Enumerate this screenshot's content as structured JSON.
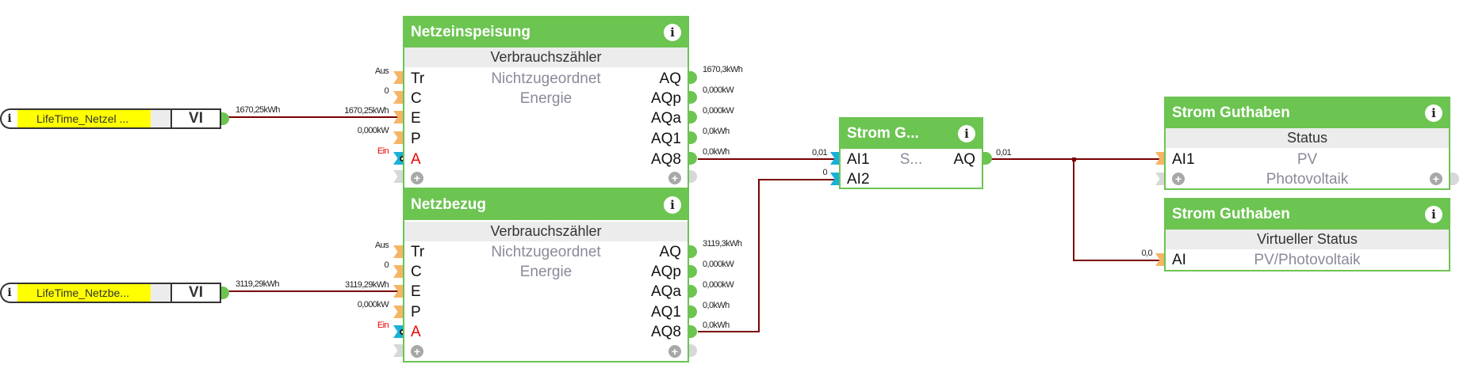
{
  "colors": {
    "block_header": "#6cc451",
    "wire": "#7a0000",
    "input_connector": "#f5b567",
    "negated_connector": "#1ab0d8",
    "virtual_input_highlight": "#ffff00"
  },
  "virtual_inputs": [
    {
      "name": "LifeTime_Netzel ...",
      "type": "VI",
      "output_value": "1670,25kWh"
    },
    {
      "name": "LifeTime_Netzbe...",
      "type": "VI",
      "output_value": "3119,29kWh"
    }
  ],
  "meter_blocks": [
    {
      "title": "Netzeinspeisung",
      "subtitle": "Verbrauchszähler",
      "desc_lines": [
        "Nichtzugeordnet",
        "Energie"
      ],
      "inputs": [
        {
          "pin": "Tr",
          "value": "Aus"
        },
        {
          "pin": "C",
          "value": "0"
        },
        {
          "pin": "E",
          "value": "1670,25kWh"
        },
        {
          "pin": "P",
          "value": "0,000kW"
        },
        {
          "pin": "A",
          "value": "Ein"
        }
      ],
      "outputs": [
        {
          "pin": "AQ",
          "value": "1670,3kWh"
        },
        {
          "pin": "AQp",
          "value": "0,000kW"
        },
        {
          "pin": "AQa",
          "value": "0,000kW"
        },
        {
          "pin": "AQ1",
          "value": "0,0kWh"
        },
        {
          "pin": "AQ8",
          "value": "0,0kWh"
        }
      ]
    },
    {
      "title": "Netzbezug",
      "subtitle": "Verbrauchszähler",
      "desc_lines": [
        "Nichtzugeordnet",
        "Energie"
      ],
      "inputs": [
        {
          "pin": "Tr",
          "value": "Aus"
        },
        {
          "pin": "C",
          "value": "0"
        },
        {
          "pin": "E",
          "value": "3119,29kWh"
        },
        {
          "pin": "P",
          "value": "0,000kW"
        },
        {
          "pin": "A",
          "value": "Ein"
        }
      ],
      "outputs": [
        {
          "pin": "AQ",
          "value": "3119,3kWh"
        },
        {
          "pin": "AQp",
          "value": "0,000kW"
        },
        {
          "pin": "AQa",
          "value": "0,000kW"
        },
        {
          "pin": "AQ1",
          "value": "0,0kWh"
        },
        {
          "pin": "AQ8",
          "value": "0,0kWh"
        }
      ]
    }
  ],
  "sum_block": {
    "title": "Strom G...",
    "desc": "S...",
    "inputs": [
      {
        "pin": "AI1",
        "value": "0,01"
      },
      {
        "pin": "AI2",
        "value": "0"
      }
    ],
    "output": {
      "pin": "AQ",
      "value": "0,01"
    }
  },
  "status_block": {
    "title": "Strom Guthaben",
    "subtitle": "Status",
    "input": {
      "pin": "AI1",
      "desc": "PV"
    },
    "extra_desc": "Photovoltaik"
  },
  "virtual_status_block": {
    "title": "Strom Guthaben",
    "subtitle": "Virtueller Status",
    "input": {
      "pin": "AI",
      "desc": "PV/Photovoltaik",
      "value": "0,0"
    }
  },
  "icons": {
    "info": "i",
    "add": "+"
  }
}
